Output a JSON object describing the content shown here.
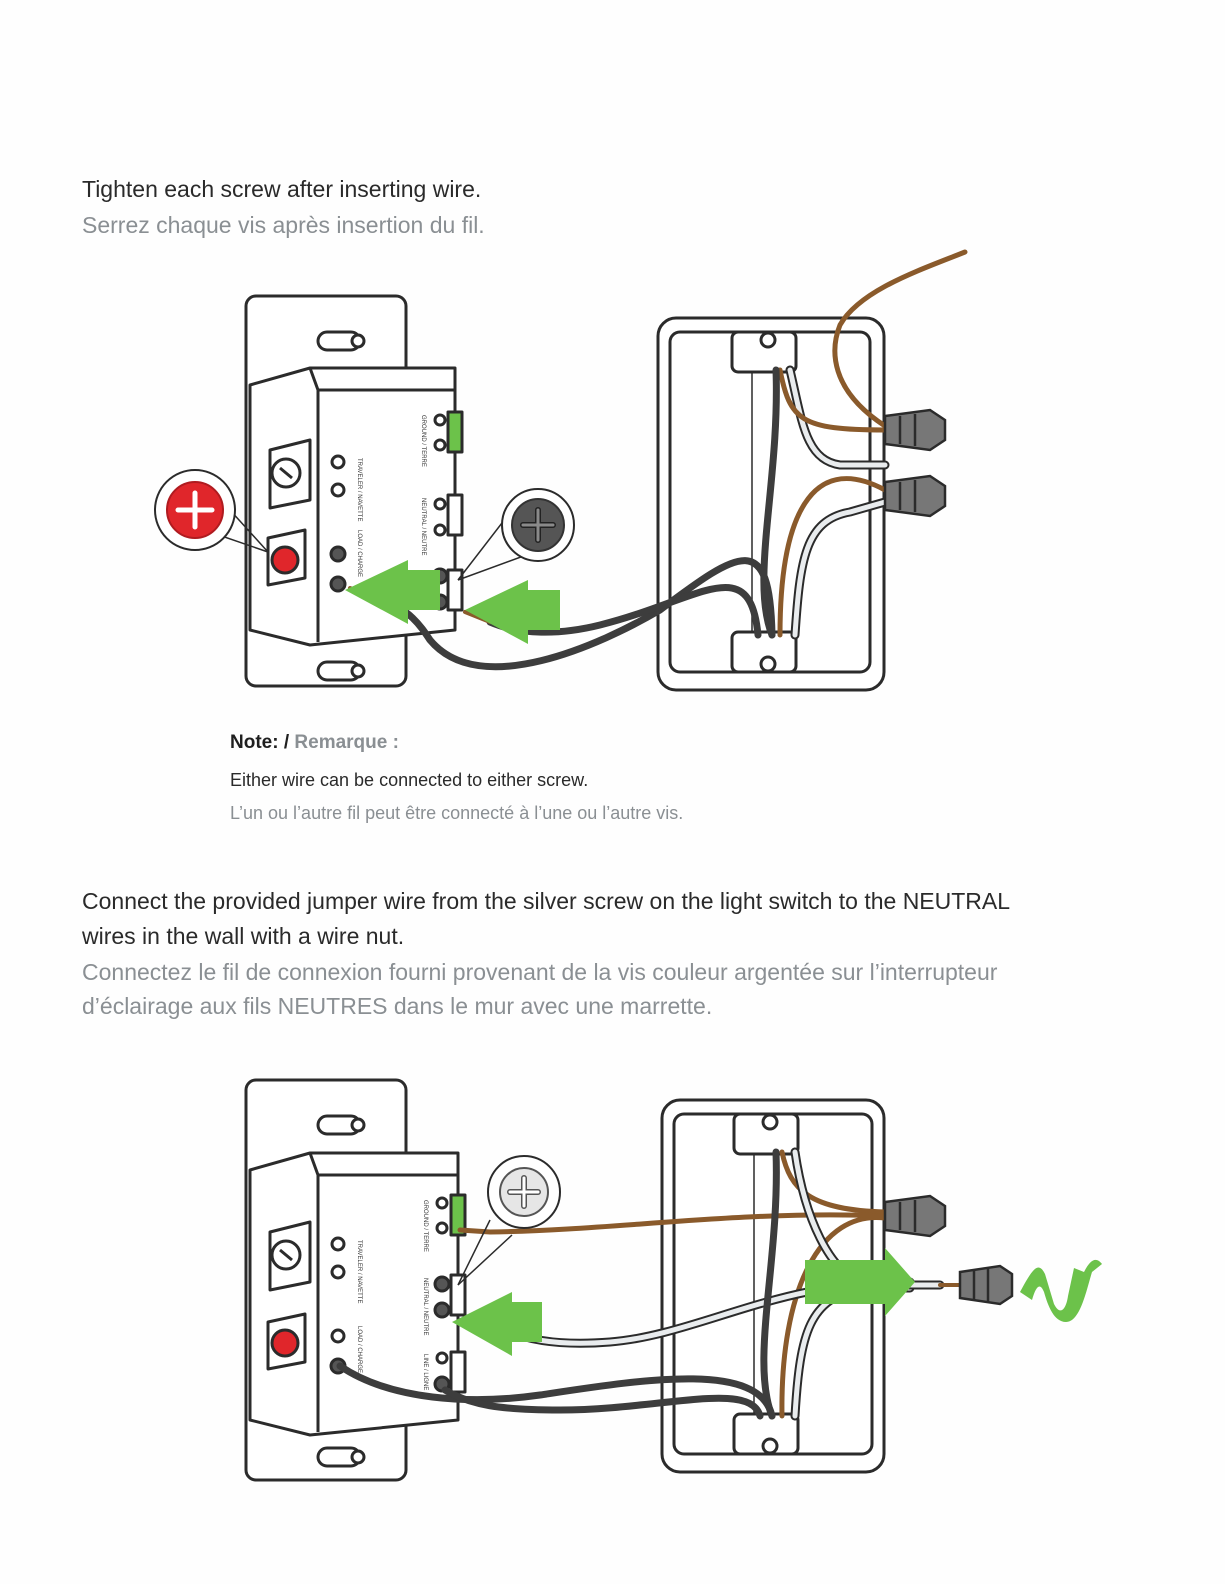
{
  "step1": {
    "text_en": "Tighten each screw after inserting wire.",
    "text_fr": "Serrez chaque vis après insertion du fil."
  },
  "note": {
    "label_en": "Note:",
    "separator": " / ",
    "label_fr": "Remarque :",
    "text_en": "Either wire can be connected to either screw.",
    "text_fr": "L’un ou l’autre fil peut être connecté à l’une ou l’autre vis."
  },
  "step2": {
    "text_en_line1": "Connect the provided jumper wire from the silver screw on the light switch to the NEUTRAL",
    "text_en_line2": "wires in the wall with a wire nut.",
    "text_fr_line1": "Connectez le fil de connexion fourni provenant de la vis couleur argentée sur l’interrupteur",
    "text_fr_line2": "d’éclairage aux fils NEUTRES dans le mur avec une marrette."
  },
  "switch_labels": {
    "ground": "GROUND / TERRE",
    "traveler": "TRAVELER / NAVETTE",
    "neutral": "NEUTRAL / NEUTRE",
    "load": "LOAD / CHARGE",
    "line": "LINE / LIGNE"
  },
  "colors": {
    "arrow_green": "#6cc24a",
    "wire_black": "#3d3d3d",
    "wire_brown": "#8a5a2b",
    "wire_white": "#e9ecee",
    "screw_red": "#e0262b",
    "screw_dark": "#555555",
    "wire_nut": "#777777",
    "outline": "#2b2b2b"
  }
}
